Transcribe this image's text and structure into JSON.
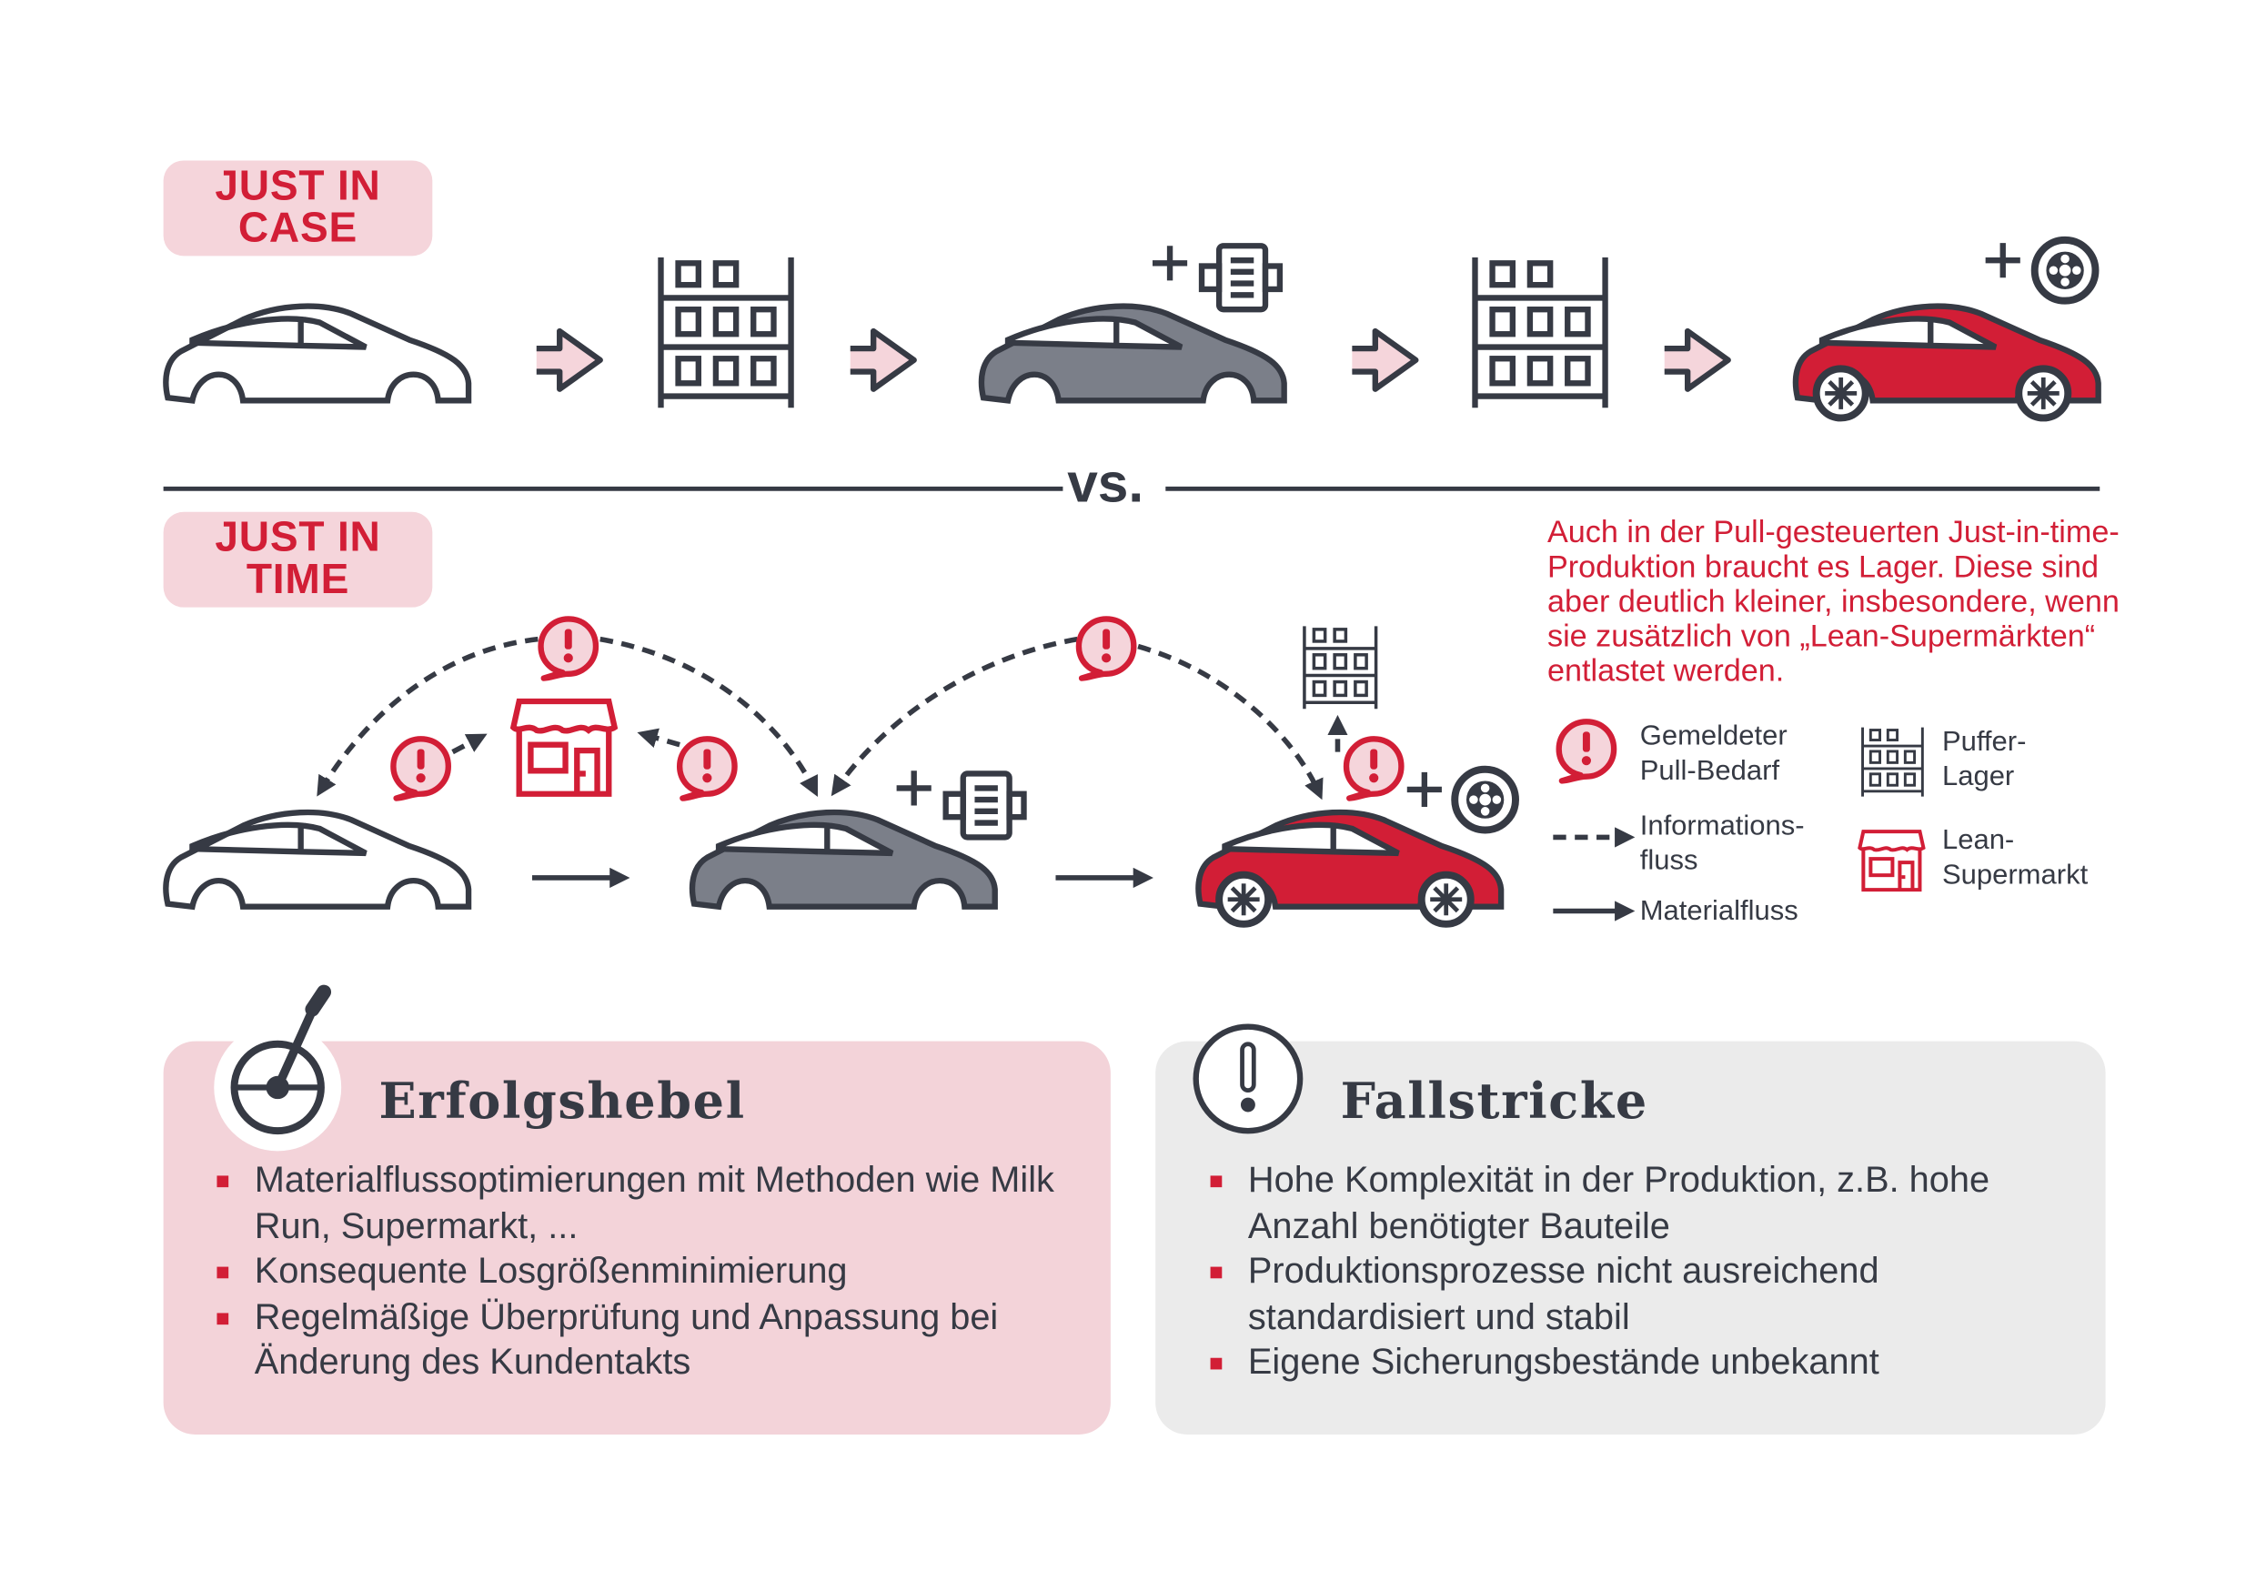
{
  "labels": {
    "just_in_case": [
      "JUST IN",
      "CASE"
    ],
    "just_in_time": [
      "JUST IN",
      "TIME"
    ],
    "vs": "vs."
  },
  "note": "Auch in der Pull-gesteuerten Just-in-time-Produktion braucht es Lager. Diese sind aber deutlich kleiner, insbesondere, wenn sie zusätzlich von „Lean-Supermärkten“ entlastet werden.",
  "legend": {
    "pull": [
      "Gemeldeter",
      "Pull-Bedarf"
    ],
    "buffer": [
      "Puffer-",
      "Lager"
    ],
    "info": [
      "Informations-",
      "fluss"
    ],
    "store": [
      "Lean-",
      "Supermarkt"
    ],
    "material": "Materialfluss"
  },
  "success": {
    "title": "Erfolgshebel",
    "items": [
      "Materialflussoptimierungen mit Methoden wie Milk Run, Supermarkt, ...",
      "Konsequente Losgrößenminimierung",
      "Regelmäßige Überprüfung und Anpassung bei Änderung des Kundentakts"
    ]
  },
  "pitfalls": {
    "title": "Fallstricke",
    "items": [
      "Hohe Komplexität in der Produktion, z.B. hohe Anzahl benötigter Bauteile",
      "Produktionsprozesse nicht ausreichend standardisiert und stabil",
      "Eigene Sicherungsbestände unbekannt"
    ]
  },
  "colors": {
    "red": "#d21e36",
    "pink": "#f5d5db",
    "dark": "#363a44",
    "gray_car": "#7b7f89",
    "gray_panel": "#ebebeb"
  }
}
